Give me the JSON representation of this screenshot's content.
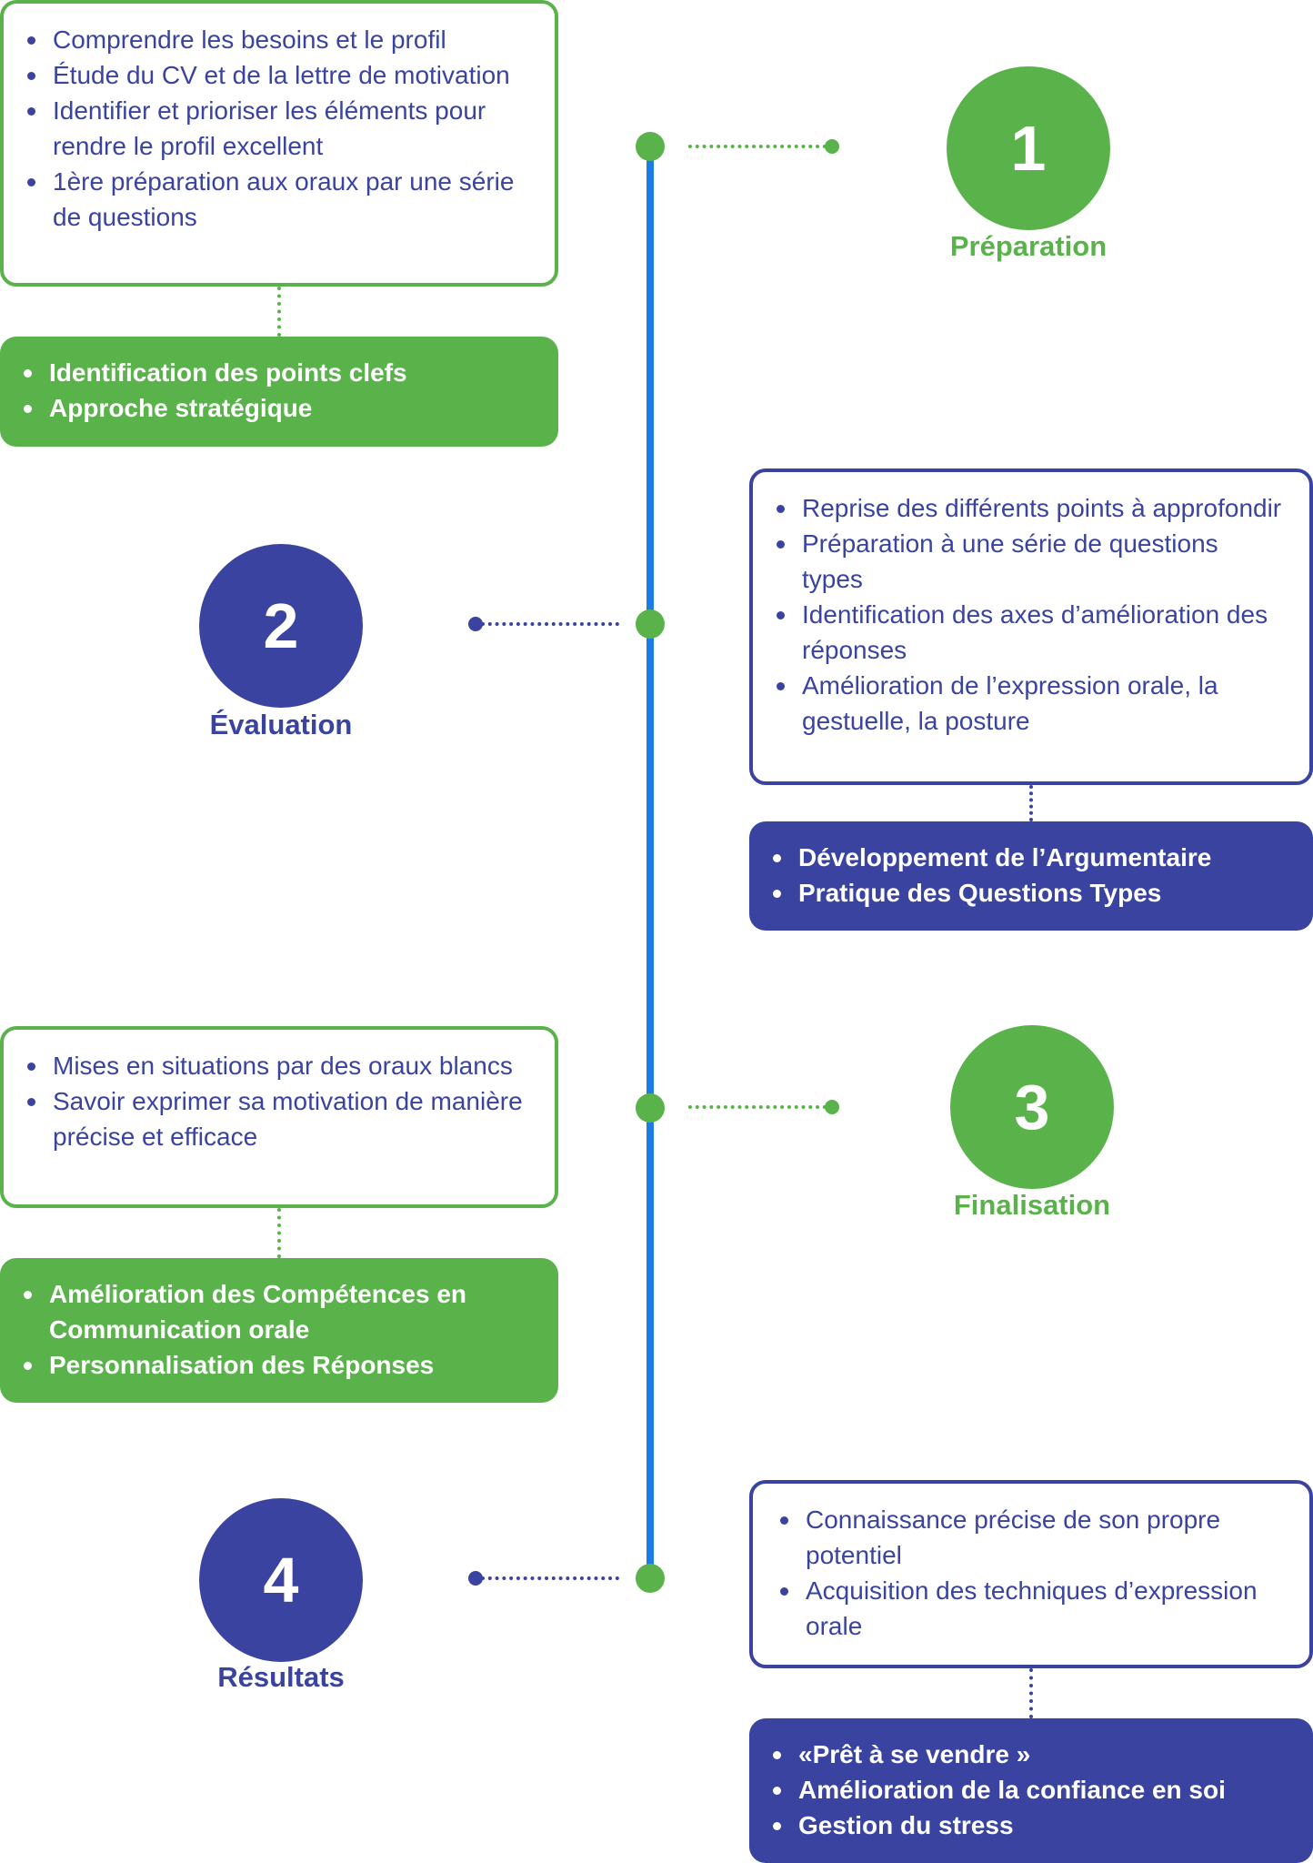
{
  "colors": {
    "green": "#59b34a",
    "navy": "#3a44a0",
    "blue": "#1b7ce8"
  },
  "steps": [
    {
      "number": "1",
      "title": "Préparation",
      "color": "#59b34a",
      "details": [
        "Comprendre les besoins et le profil",
        "Étude du CV et de la lettre de motivation",
        "Identifier et prioriser les éléments pour rendre le profil excellent",
        "1ère préparation aux oraux par une série de questions"
      ],
      "outcomes": [
        "Identification des points clefs",
        "Approche stratégique"
      ]
    },
    {
      "number": "2",
      "title": "Évaluation",
      "color": "#3a44a0",
      "details": [
        "Reprise des différents points à approfondir",
        "Préparation à une série de questions types",
        "Identification des axes d’amélioration des réponses",
        "Amélioration de l’expression orale, la gestuelle, la posture"
      ],
      "outcomes": [
        "Développement de l’Argumentaire",
        "Pratique des Questions Types"
      ]
    },
    {
      "number": "3",
      "title": "Finalisation",
      "color": "#59b34a",
      "details": [
        "Mises en situations par des oraux blancs",
        "Savoir exprimer sa motivation de manière précise et efficace"
      ],
      "outcomes": [
        "Amélioration des Compétences en Communication orale",
        "Personnalisation des Réponses"
      ]
    },
    {
      "number": "4",
      "title": "Résultats",
      "color": "#3a44a0",
      "details": [
        "Connaissance précise de son propre potentiel",
        "Acquisition des techniques d’expression orale"
      ],
      "outcomes": [
        "«Prêt à se vendre »",
        "Amélioration de la confiance en soi",
        "Gestion du stress"
      ]
    }
  ]
}
